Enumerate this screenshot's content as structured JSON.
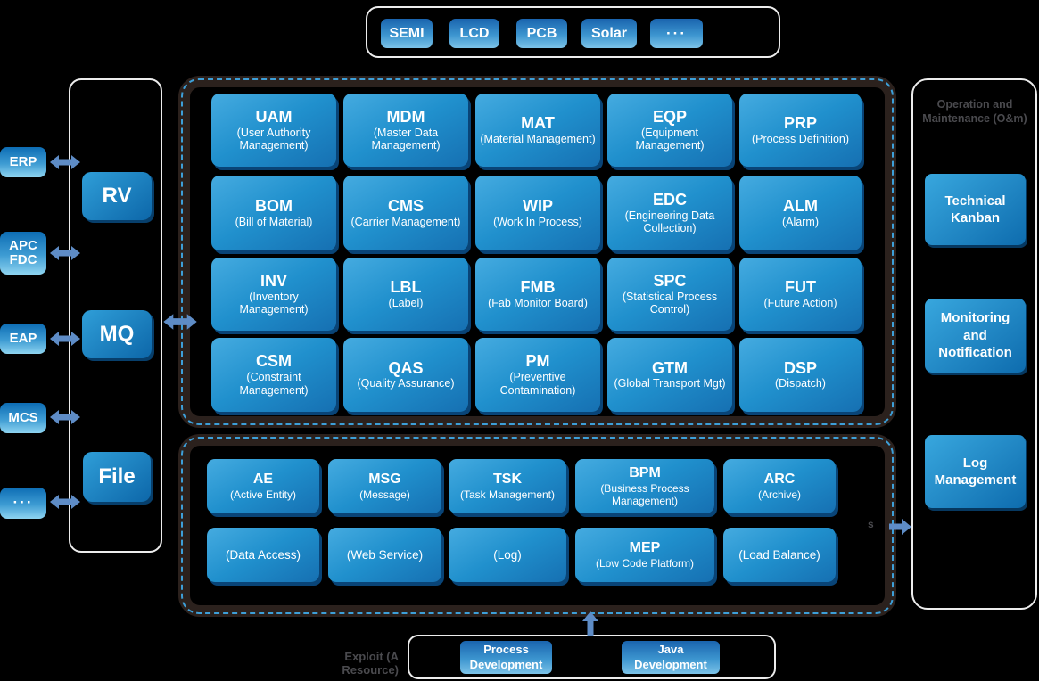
{
  "colors": {
    "bg": "#000000",
    "panel_border": "#2b211d",
    "dashed": "#3d9fd8",
    "white_border": "#ececec",
    "arrow": "#5e8cc6",
    "muted": "#4a4a4e",
    "box_light": "#45abe0",
    "box_dark": "#1670b2",
    "badge_top": "#0d6db4",
    "badge_bottom": "#8ed4f0",
    "btn_top": "#1a64ae",
    "btn_bottom": "#7cc3e8"
  },
  "industries": [
    "SEMI",
    "LCD",
    "PCB",
    "Solar",
    "···"
  ],
  "external": [
    "ERP",
    "APC\nFDC",
    "EAP",
    "MCS",
    "···"
  ],
  "middleware": [
    "RV",
    "MQ",
    "File"
  ],
  "mes": {
    "rows": [
      [
        {
          "title": "UAM",
          "desc": "(User Authority Management)"
        },
        {
          "title": "MDM",
          "desc": "(Master Data Management)"
        },
        {
          "title": "MAT",
          "desc": "(Material Management)"
        },
        {
          "title": "EQP",
          "desc": "(Equipment Management)"
        },
        {
          "title": "PRP",
          "desc": "(Process Definition)"
        }
      ],
      [
        {
          "title": "BOM",
          "desc": "(Bill of Material)"
        },
        {
          "title": "CMS",
          "desc": "(Carrier Management)"
        },
        {
          "title": "WIP",
          "desc": "(Work In Process)"
        },
        {
          "title": "EDC",
          "desc": "(Engineering Data Collection)"
        },
        {
          "title": "ALM",
          "desc": "(Alarm)"
        }
      ],
      [
        {
          "title": "INV",
          "desc": "(Inventory Management)"
        },
        {
          "title": "LBL",
          "desc": "(Label)"
        },
        {
          "title": "FMB",
          "desc": "(Fab Monitor Board)"
        },
        {
          "title": "SPC",
          "desc": "(Statistical Process Control)"
        },
        {
          "title": "FUT",
          "desc": "(Future Action)"
        }
      ],
      [
        {
          "title": "CSM",
          "desc": "(Constraint Management)"
        },
        {
          "title": "QAS",
          "desc": "(Quality Assurance)"
        },
        {
          "title": "PM",
          "desc": "(Preventive Contamination)"
        },
        {
          "title": "GTM",
          "desc": "(Global Transport Mgt)"
        },
        {
          "title": "DSP",
          "desc": "(Dispatch)"
        }
      ]
    ]
  },
  "framework": {
    "rows": [
      [
        {
          "title": "AE",
          "desc": "(Active Entity)"
        },
        {
          "title": "MSG",
          "desc": "(Message)"
        },
        {
          "title": "TSK",
          "desc": "(Task Management)"
        },
        {
          "title": "BPM",
          "desc": "(Business Process Management)"
        },
        {
          "title": "ARC",
          "desc": "(Archive)"
        }
      ],
      [
        {
          "desc": "(Data Access)"
        },
        {
          "desc": "(Web Service)"
        },
        {
          "desc": "(Log)"
        },
        {
          "title": "MEP",
          "desc": "(Low Code Platform)"
        },
        {
          "desc": "(Load Balance)"
        }
      ]
    ]
  },
  "om": {
    "header": "Operation and Maintenance (O&m)",
    "items": [
      "Technical Kanban",
      "Monitoring and Notification",
      "Log Management"
    ]
  },
  "bottom": {
    "label": "Exploit (A Resource)",
    "buttons": [
      "Process Development",
      "Java Development"
    ]
  },
  "misc": {
    "partial_label": "s"
  }
}
